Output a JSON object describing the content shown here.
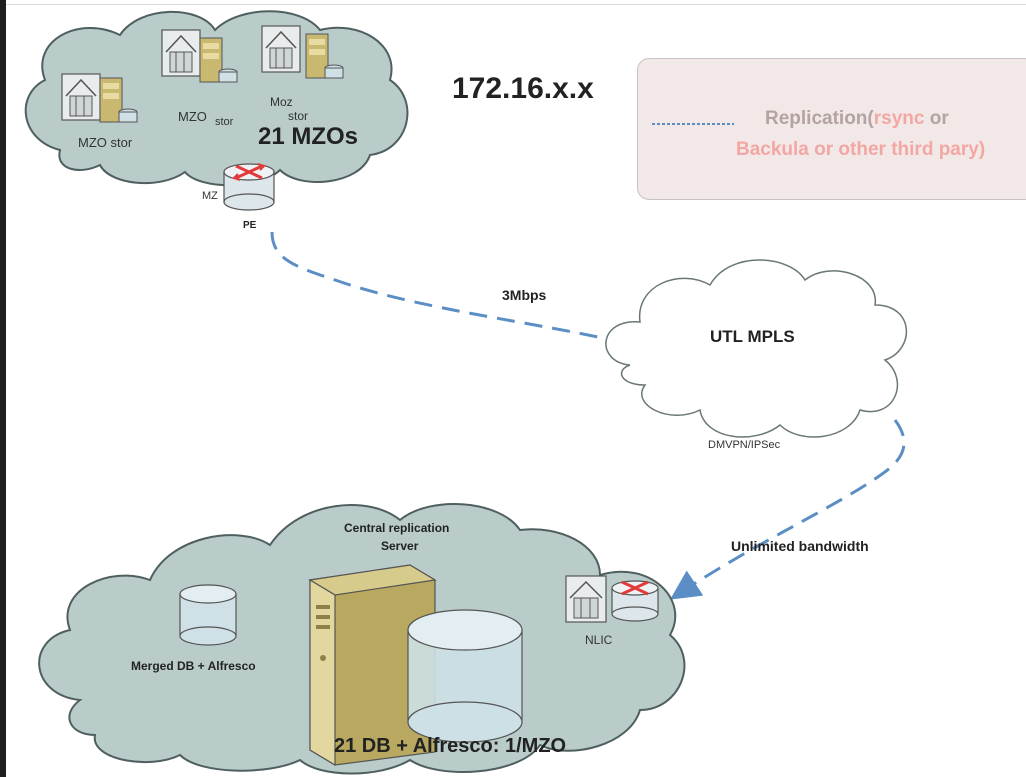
{
  "top_cloud": {
    "site1_label": "MZO stor",
    "site2_label_a": "MZO",
    "site2_label_b": "stor",
    "site3_label_a": "Moz",
    "site3_label_b": "stor",
    "count_label": "21 MZOs",
    "router_label": "MZ",
    "router_caption": "PE"
  },
  "ip_range": "172.16.x.x",
  "legend": {
    "line_text": "Replication(",
    "rsync": "rsync",
    "or": " or",
    "line2": "Backula or other third pary)"
  },
  "links": {
    "uplink_speed": "3Mbps",
    "vpn_label": "DMVPN/IPSec",
    "downlink_speed": "Unlimited  bandwidth"
  },
  "mpls_cloud": {
    "label": "UTL MPLS"
  },
  "bottom_cloud": {
    "server_title_1": "Central replication",
    "server_title_2": "Server",
    "merged_db": "Merged DB + Alfresco",
    "nlic": "NLIC",
    "summary": "21 DB + Alfresco: 1/MZO"
  },
  "colors": {
    "cloud_fill": "#b9ccca",
    "cloud_stroke": "#4f5f60",
    "link_dash": "#5a8ec4",
    "legend_text": "#b3a3a3",
    "legend_accent": "#f3a7a4",
    "router_arrow": "#e23a3a"
  }
}
